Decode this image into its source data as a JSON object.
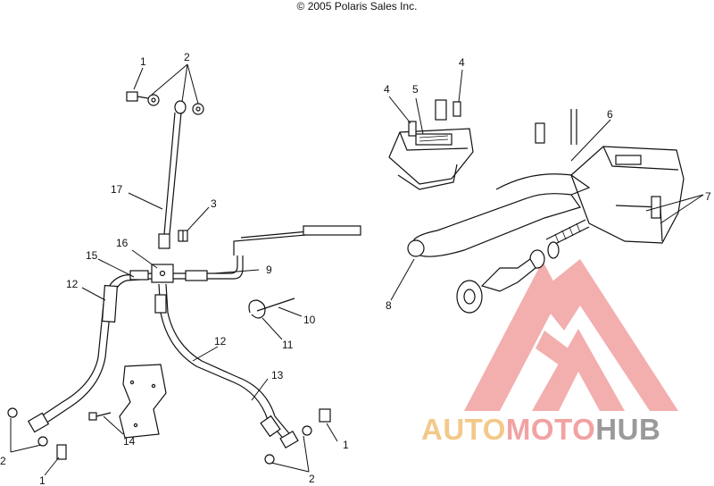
{
  "header": {
    "copyright": "© 2005 Polaris Sales Inc."
  },
  "watermark": {
    "part1": "AUTO",
    "part2": "MOTO",
    "part3": "HUB",
    "colors": {
      "auto": "#f3c98a",
      "moto": "#f2a2a2",
      "hub": "#9a9a9a",
      "logo": "#f2a0a0"
    }
  },
  "callouts": {
    "c1a": "1",
    "c2a": "2",
    "c17": "17",
    "c3": "3",
    "c16": "16",
    "c15": "15",
    "c12a": "12",
    "c9": "9",
    "c10": "10",
    "c11": "11",
    "c12b": "12",
    "c13": "13",
    "c14": "14",
    "c2b": "2",
    "c1b": "1",
    "c1c": "1",
    "c2c": "2",
    "c4a": "4",
    "c5": "5",
    "c4b": "4",
    "c6": "6",
    "c7": "7",
    "c8": "8"
  }
}
